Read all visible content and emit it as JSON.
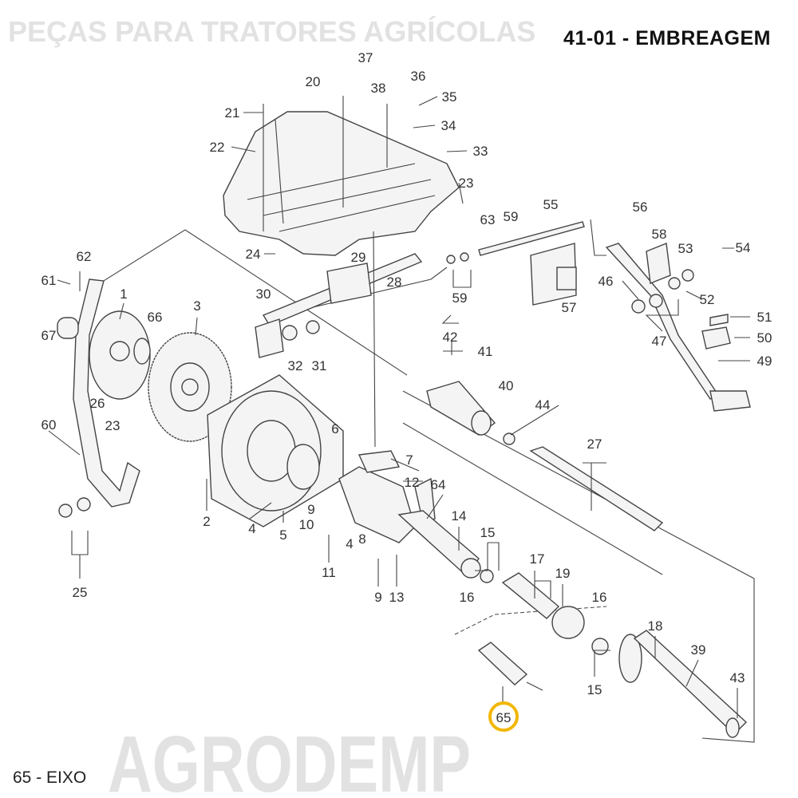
{
  "title": "41-01 - EMBREAGEM",
  "footer": "65 - EIXO",
  "watermark": {
    "brand": "AGRODEMP",
    "tagline": "PEÇAS PARA TRATORES AGRÍCOLAS"
  },
  "highlight": {
    "part": "65",
    "color": "#f2b705"
  },
  "callouts": [
    "37",
    "20",
    "38",
    "36",
    "35",
    "34",
    "33",
    "21",
    "22",
    "23",
    "55",
    "63",
    "59",
    "56",
    "58",
    "53",
    "54",
    "62",
    "61",
    "24",
    "29",
    "28",
    "30",
    "59",
    "46",
    "52",
    "57",
    "1",
    "3",
    "66",
    "67",
    "42",
    "41",
    "40",
    "51",
    "50",
    "49",
    "47",
    "32",
    "31",
    "26",
    "23",
    "44",
    "60",
    "6",
    "27",
    "7",
    "12",
    "64",
    "9",
    "14",
    "2",
    "4",
    "5",
    "10",
    "4",
    "8",
    "15",
    "11",
    "17",
    "19",
    "9",
    "13",
    "16",
    "16",
    "25",
    "18",
    "39",
    "15",
    "43",
    "65"
  ]
}
